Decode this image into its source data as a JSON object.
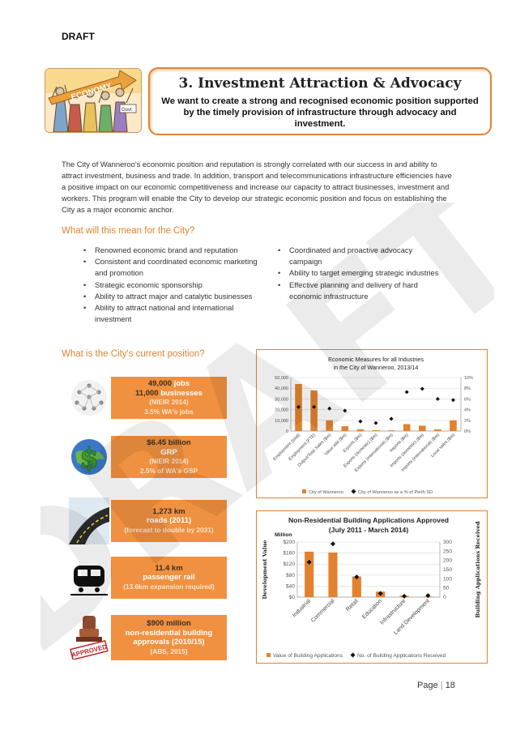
{
  "draft_label": "DRAFT",
  "header": {
    "banner_text": "ECONOMY",
    "banner_sign": "Govt",
    "title": "3. Investment Attraction & Advocacy",
    "subtitle": "We want to create a strong and recognised economic position supported by the timely provision of infrastructure through advocacy and investment."
  },
  "intro": "The City of Wanneroo's economic position and reputation is strongly correlated with our success in and ability to attract investment, business and trade. In addition, transport and telecommunications infrastructure efficiencies have a positive impact on our economic competitiveness and increase our capacity to attract businesses, investment and workers. This program will enable the City to develop our strategic economic position and focus on establishing the City as a major economic anchor.",
  "meaning": {
    "heading": "What will this mean for the City?",
    "left_items": [
      "Renowned economic brand and reputation",
      "Consistent and coordinated economic marketing and promotion",
      "Strategic economic sponsorship",
      "Ability to attract major and catalytic businesses",
      "Ability to attract national and international investment"
    ],
    "right_items": [
      "Coordinated and proactive advocacy campaign",
      "Ability to target emerging strategic industries",
      "Effective planning and delivery of hard economic infrastructure"
    ]
  },
  "position": {
    "heading": "What is the City's current position?",
    "stats": [
      {
        "l1a": "49,000 ",
        "l1b": "jobs",
        "l2a": "11,000 ",
        "l2b": "businesses",
        "l3": "(NIEIR 2014)",
        "l4": "3.5% WA's jobs"
      },
      {
        "l1a": "$6.45 billion",
        "l1b": "",
        "l2a": "GRP",
        "l2b": "",
        "l3": "(NIEIR 2014)",
        "l4": "2.5% of WA's GSP"
      },
      {
        "l1a": "1,273 km",
        "l1b": "",
        "l2a": "roads (2011)",
        "l2b": "",
        "l3": "(forecast to double by 2031)",
        "l4": ""
      },
      {
        "l1a": "11.4 km",
        "l1b": "",
        "l2a": "passenger rail",
        "l2b": "",
        "l3": "(13.6km expansion required)",
        "l4": ""
      },
      {
        "l1a": "$900 million",
        "l1b": "",
        "l2a": "non-residential building approvals (2010/15)",
        "l2b": "",
        "l3": "(ABS, 2015)",
        "l4": ""
      }
    ],
    "stamp_text": "APPROVED"
  },
  "chart_data": [
    {
      "type": "bar",
      "title": "Economic Measures for all Industries in the City of Wanneroo, 2013/14",
      "title_lines": [
        "Economic Measures for all Industries",
        "in the City of Wanneroo, 2013/14"
      ],
      "categories": [
        "Employment (total)",
        "Employment (FTE)",
        "Output/Total Sales ($m)",
        "Value add ($m)",
        "Exports ($m)",
        "Exports (domestic) ($m)",
        "Exports (international) ($m)",
        "Imports ($m)",
        "Imports (domestic) ($m)",
        "Imports (international) ($m)",
        "Local sales ($m)"
      ],
      "series": [
        {
          "name": "City of Wanneroo",
          "kind": "bar",
          "axis": "left",
          "color": "#e2822f",
          "values": [
            44000,
            38000,
            10000,
            4500,
            1500,
            800,
            700,
            6500,
            5000,
            1500,
            10000
          ]
        },
        {
          "name": "City of Wanneroo as a % of Perth SD",
          "kind": "marker",
          "axis": "right",
          "color": "#111111",
          "values": [
            4.5,
            4.5,
            4.2,
            3.8,
            1.8,
            1.5,
            2.3,
            7.3,
            7.9,
            6.0,
            5.8
          ]
        }
      ],
      "ylim": [
        0,
        50000
      ],
      "yticks": [
        "0",
        "10,000",
        "20,000",
        "30,000",
        "40,000",
        "50,000"
      ],
      "y2lim": [
        0,
        10
      ],
      "y2ticks": [
        "0%",
        "2%",
        "4%",
        "6%",
        "8%",
        "10%"
      ],
      "legend": "bottom"
    },
    {
      "type": "bar",
      "title": "Non-Residential Building Applications Approved (July 2011 - March 2014)",
      "title_lines": [
        "Non-Residential Building Applications Approved",
        "(July 2011 - March 2014)"
      ],
      "unit_label": "Million",
      "ylabel": "Development Value",
      "y2label": "Building Applications Received",
      "categories": [
        "Industrial",
        "Commercial",
        "Retail",
        "Education",
        "Infrastructure",
        "Land Development"
      ],
      "series": [
        {
          "name": "Value of Building Applications",
          "kind": "bar",
          "axis": "left",
          "color": "#e2822f",
          "values": [
            165,
            162,
            75,
            20,
            5,
            2
          ]
        },
        {
          "name": "No. of Building Applications Received",
          "kind": "marker",
          "axis": "right",
          "color": "#111111",
          "values": [
            190,
            290,
            110,
            20,
            5,
            8
          ]
        }
      ],
      "ylim": [
        0,
        200
      ],
      "yticks": [
        "$0",
        "$40",
        "$80",
        "$120",
        "$160",
        "$200"
      ],
      "y2lim": [
        0,
        300
      ],
      "y2ticks": [
        "0",
        "50",
        "100",
        "150",
        "200",
        "250",
        "300"
      ],
      "legend": "bottom"
    }
  ],
  "page": {
    "label": "Page",
    "sep": "|",
    "number": "18"
  },
  "watermark": "DRAFT"
}
